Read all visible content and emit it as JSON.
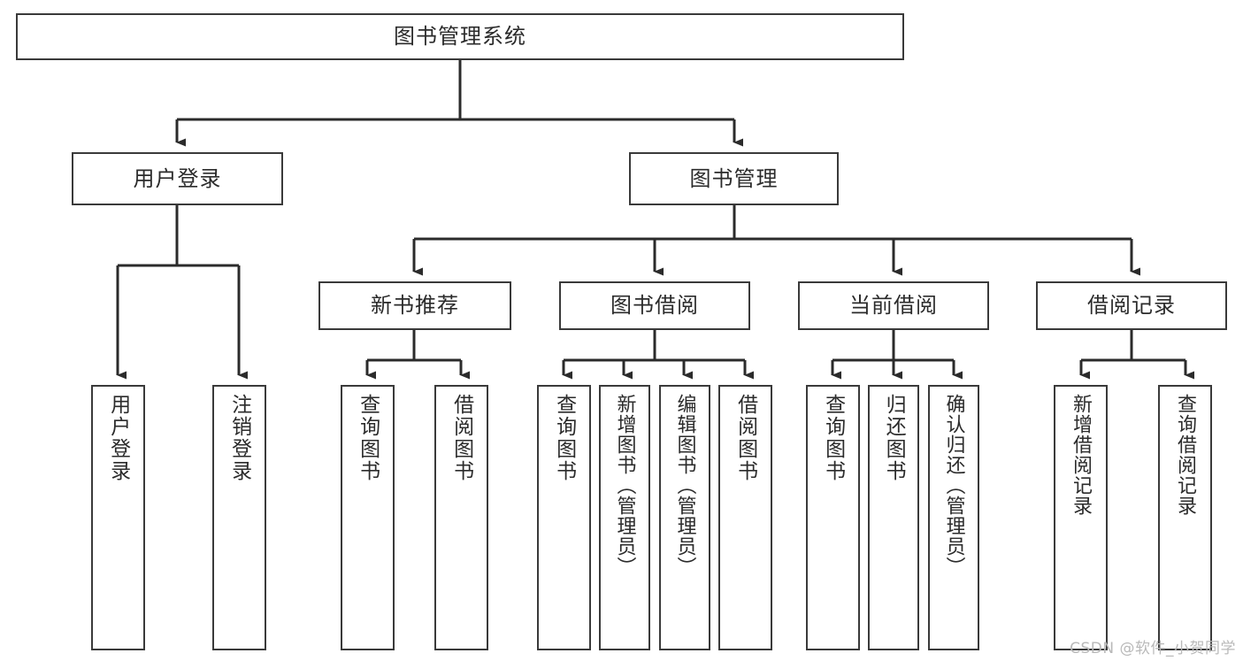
{
  "diagram": {
    "title": "图书管理系统",
    "type": "hierarchy-tree",
    "watermark": "CSDN @软件_小贺同学",
    "colors": {
      "background": "#ffffff",
      "box_border": "#3a3a3a",
      "box_fill": "#ffffff",
      "edge": "#2b2b2b",
      "text": "#2b2b2b",
      "watermark": "#b9b9b9"
    },
    "levels": {
      "root": {
        "label": "图书管理系统"
      },
      "level1": [
        {
          "id": "user-login",
          "label": "用户登录"
        },
        {
          "id": "book-manage",
          "label": "图书管理"
        }
      ],
      "level2": [
        {
          "id": "new-book-recommend",
          "label": "新书推荐",
          "parent": "book-manage"
        },
        {
          "id": "book-borrow",
          "label": "图书借阅",
          "parent": "book-manage"
        },
        {
          "id": "current-borrow",
          "label": "当前借阅",
          "parent": "book-manage"
        },
        {
          "id": "borrow-record",
          "label": "借阅记录",
          "parent": "book-manage"
        }
      ],
      "leaves": [
        {
          "id": "leaf-user-login",
          "label": "用户登录",
          "parent": "user-login"
        },
        {
          "id": "leaf-logout-login",
          "label": "注销登录",
          "parent": "user-login"
        },
        {
          "id": "leaf-query-book-1",
          "label": "查询图书",
          "parent": "new-book-recommend"
        },
        {
          "id": "leaf-borrow-book-1",
          "label": "借阅图书",
          "parent": "new-book-recommend"
        },
        {
          "id": "leaf-query-book-2",
          "label": "查询图书",
          "parent": "book-borrow"
        },
        {
          "id": "leaf-add-book",
          "label": "新增图书（管理员）",
          "parent": "book-borrow"
        },
        {
          "id": "leaf-edit-book",
          "label": "编辑图书（管理员）",
          "parent": "book-borrow"
        },
        {
          "id": "leaf-borrow-book-2",
          "label": "借阅图书",
          "parent": "book-borrow"
        },
        {
          "id": "leaf-query-book-3",
          "label": "查询图书",
          "parent": "current-borrow"
        },
        {
          "id": "leaf-return-book",
          "label": "归还图书",
          "parent": "current-borrow"
        },
        {
          "id": "leaf-confirm-return",
          "label": "确认归还（管理员）",
          "parent": "current-borrow"
        },
        {
          "id": "leaf-add-record",
          "label": "新增借阅记录",
          "parent": "borrow-record"
        },
        {
          "id": "leaf-query-record",
          "label": "查询借阅记录",
          "parent": "borrow-record"
        }
      ]
    }
  }
}
